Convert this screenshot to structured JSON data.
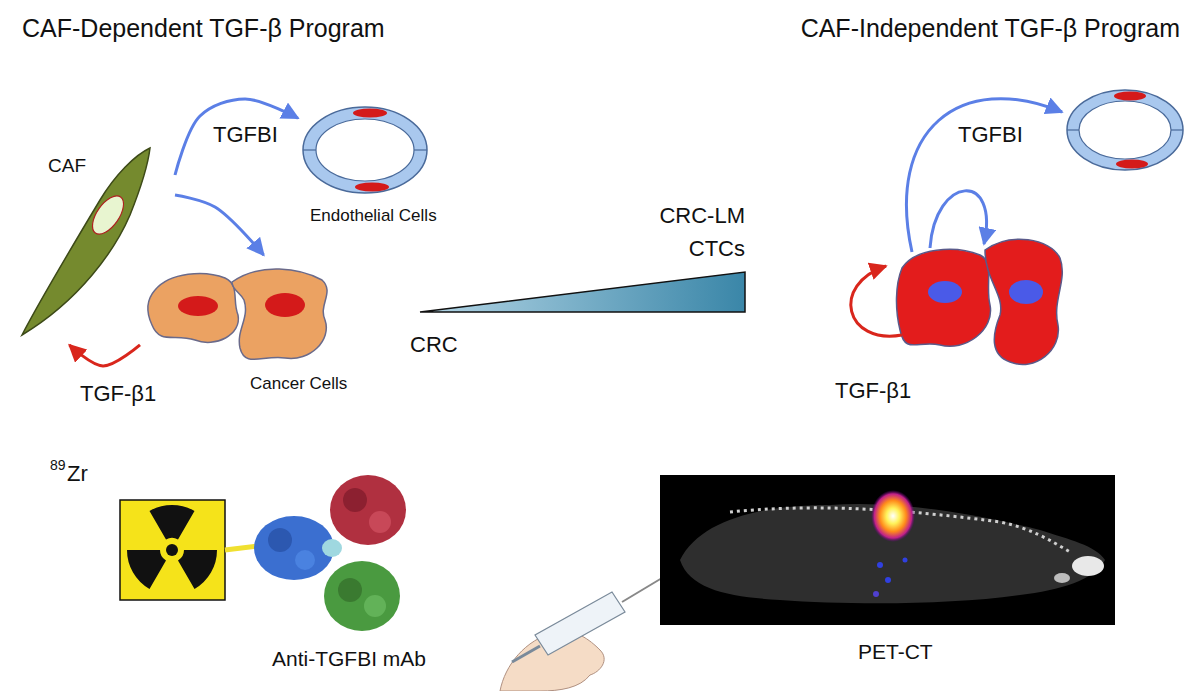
{
  "diagram": {
    "nodes": [
      {
        "text": [
          "CAF"
        ]
      },
      {
        "text": [
          "Endothelial Cells"
        ]
      },
      {
        "text": [
          "Cancer Cells"
        ]
      }
    ],
    "edges": [
      {
        "from": 0,
        "to": 1,
        "arrow": "to",
        "label": "TGFBI"
      },
      {
        "from": 0,
        "to": 2,
        "arrow": "to"
      },
      {
        "from": 2,
        "to": 0,
        "arrow": "to",
        "label": "TGF-β1"
      }
    ],
    "labels": [
      "CAF-Dependent TGF-β Program",
      "CAF-Independent TGF-β Program",
      "CRC-LM",
      "CTCs",
      "CRC",
      "TGFBI",
      "TGF-β1",
      "89",
      "Zr",
      "Anti-TGFBI mAb",
      "PET-CT"
    ]
  }
}
